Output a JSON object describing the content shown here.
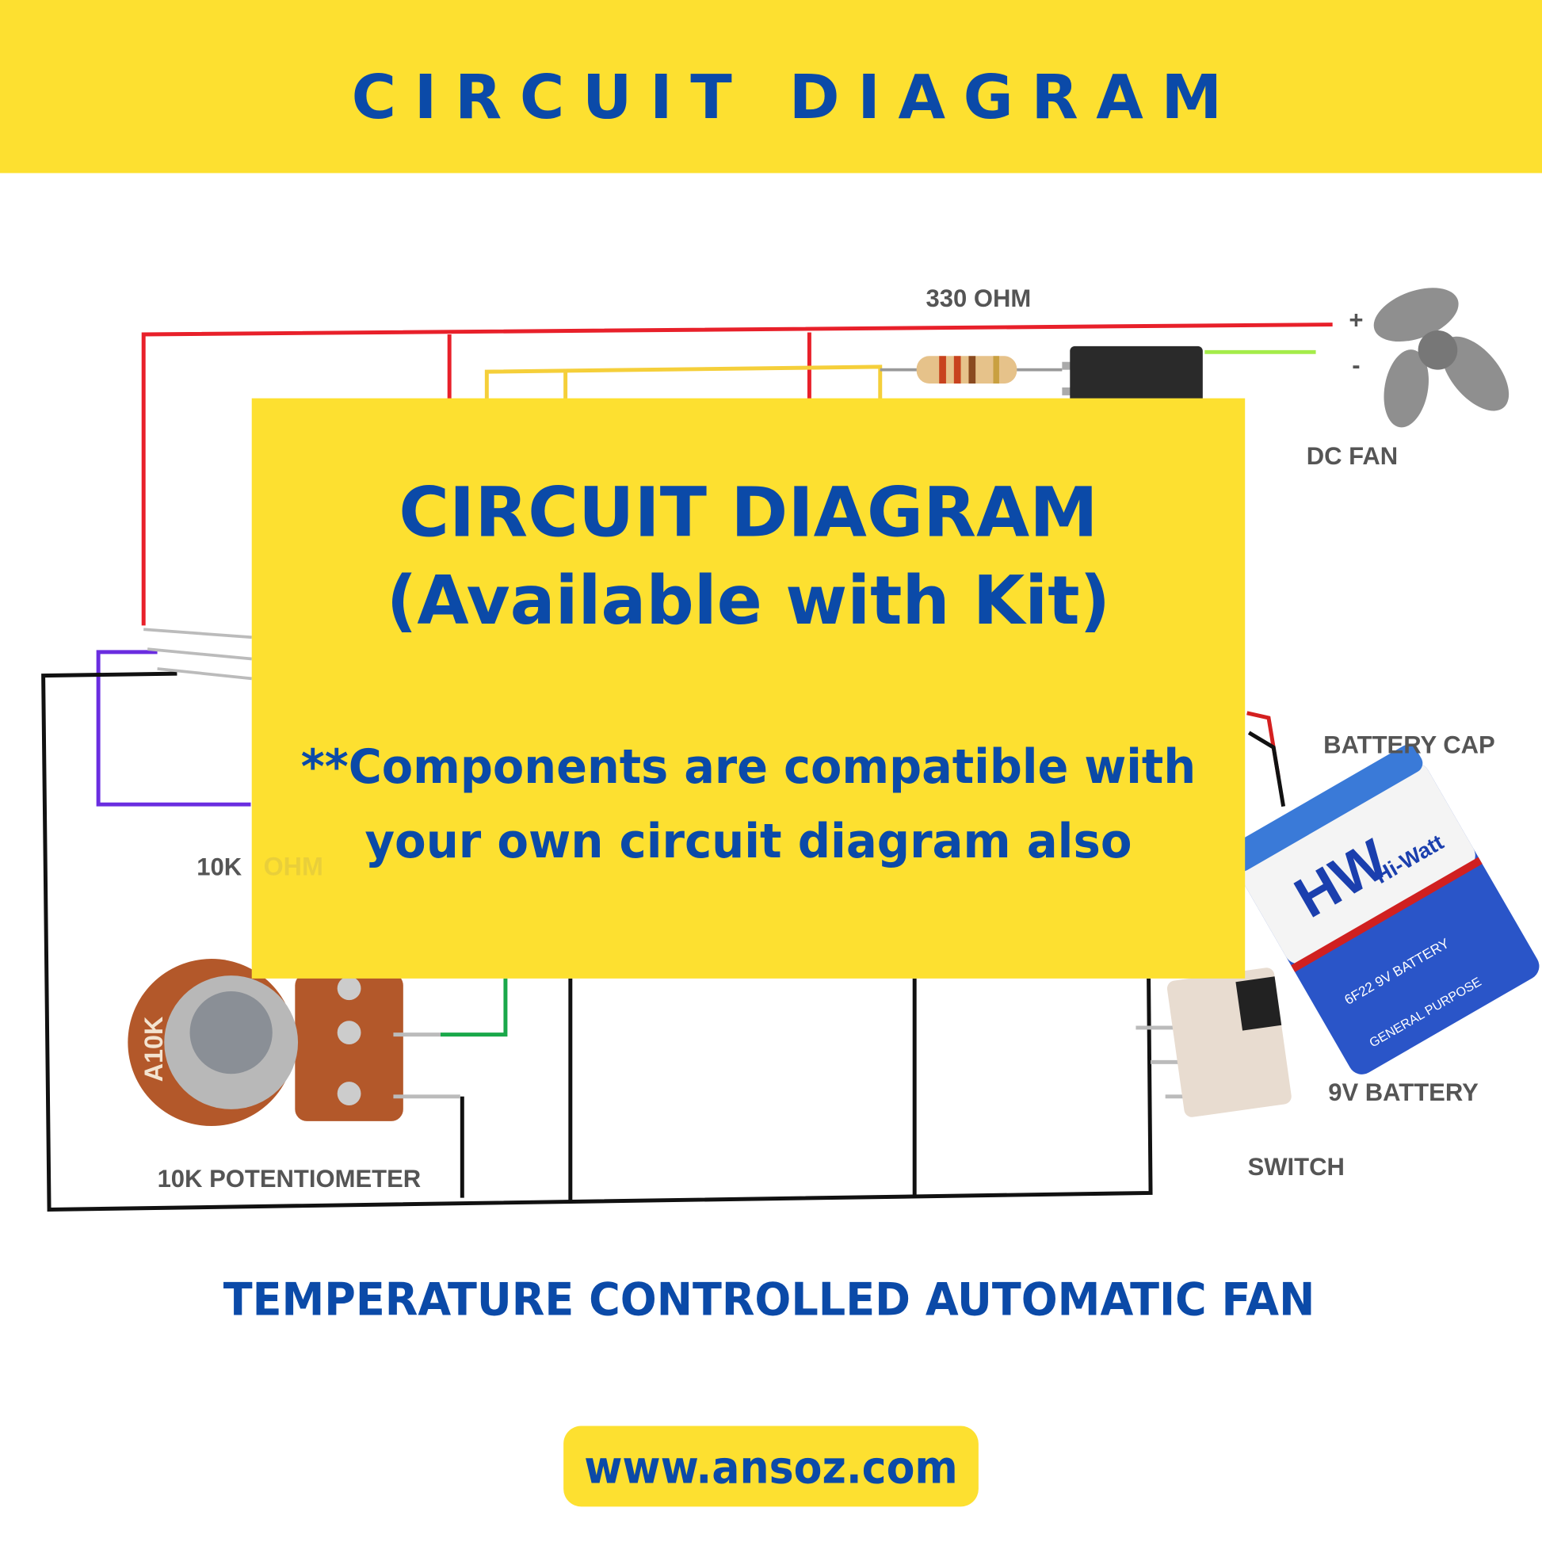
{
  "header": {
    "title": "CIRCUIT DIAGRAM"
  },
  "overlay": {
    "title_line1": "CIRCUIT DIAGRAM",
    "title_line2": "(Available with Kit)",
    "note_line1": "**Components are compatible with",
    "note_line2": "your own circuit diagram also"
  },
  "labels": {
    "resistor_330": "330 OHM",
    "dc_fan": "DC FAN",
    "battery_cap": "BATTERY CAP",
    "battery_9v": "9V BATTERY",
    "switch": "SWITCH",
    "potentiometer": "10K POTENTIOMETER",
    "resistor_10k": "10K",
    "resistor_10k_ohm": "OHM",
    "fan_plus": "+",
    "fan_minus": "-",
    "pot_marking": "A10K",
    "battery_brand": "HW",
    "battery_brand_name": "Hi-Watt",
    "battery_type": "6F22 9V BATTERY",
    "battery_purpose": "GENERAL PURPOSE"
  },
  "footer": {
    "project_title": "TEMPERATURE CONTROLLED AUTOMATIC FAN",
    "website": "www.ansoz.com"
  },
  "colors": {
    "yellow": "#fde030",
    "blue": "#0b4aa8"
  }
}
